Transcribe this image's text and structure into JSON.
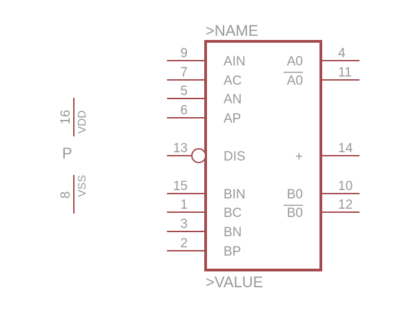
{
  "component": {
    "name_placeholder": ">NAME",
    "value_placeholder": ">VALUE",
    "outline_color": "#A54A4E",
    "text_color": "#999999",
    "left_pins": [
      {
        "number": "9",
        "signal": "AIN"
      },
      {
        "number": "7",
        "signal": "AC"
      },
      {
        "number": "5",
        "signal": "AN"
      },
      {
        "number": "6",
        "signal": "AP"
      },
      {
        "number": "13",
        "signal": "DIS",
        "inverted": true
      },
      {
        "number": "15",
        "signal": "BIN"
      },
      {
        "number": "1",
        "signal": "BC"
      },
      {
        "number": "3",
        "signal": "BN"
      },
      {
        "number": "2",
        "signal": "BP"
      }
    ],
    "right_pins": [
      {
        "number": "4",
        "signal": "A0",
        "overline": false
      },
      {
        "number": "11",
        "signal": "A0",
        "overline": true
      },
      {
        "number": "14",
        "signal": "+",
        "overline": false
      },
      {
        "number": "10",
        "signal": "B0",
        "overline": false
      },
      {
        "number": "12",
        "signal": "B0",
        "overline": true
      }
    ]
  },
  "power_symbol": {
    "label": "P",
    "vdd": {
      "number": "16",
      "name": "VDD"
    },
    "vss": {
      "number": "8",
      "name": "VSS"
    }
  }
}
